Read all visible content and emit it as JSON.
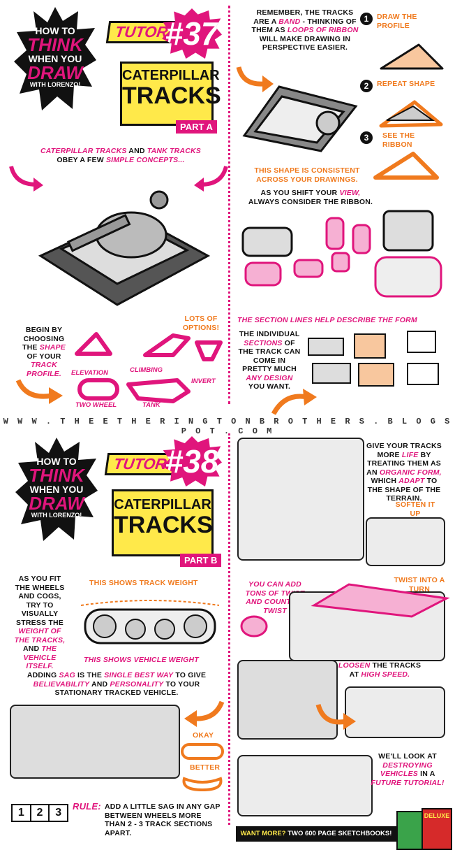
{
  "panel1": {
    "logo": {
      "line1": "HOW TO",
      "line2": "THINK",
      "line3": "WHEN YOU",
      "line4": "DRAW",
      "line5": "WITH LORENZO!"
    },
    "tutorial_label": "TUTORIAL",
    "number": "#37",
    "title_line1": "CATERPILLAR",
    "title_line2": "TRACKS",
    "part": "PART A",
    "intro_a": "CATERPILLAR TRACKS",
    "intro_b": " AND ",
    "intro_c": "TANK TRACKS",
    "intro_d": "OBEY A FEW ",
    "intro_e": "SIMPLE CONCEPTS...",
    "begin_1": "BEGIN BY CHOOSING THE",
    "begin_shape": "SHAPE",
    "begin_2": "OF YOUR",
    "begin_track": "TRACK PROFILE.",
    "lots": "LOTS OF OPTIONS!",
    "profiles": [
      "ELEVATION",
      "CLIMBING",
      "INVERT",
      "TWO WHEEL",
      "TANK"
    ],
    "remember_1": "REMEMBER, THE TRACKS ARE A",
    "remember_band": "BAND",
    "remember_2": "- THINKING OF THEM AS",
    "remember_loops": "LOOPS OF RIBBON",
    "remember_3": "WILL MAKE DRAWING IN PERSPECTIVE EASIER.",
    "steps": [
      {
        "n": "1",
        "label": "DRAW THE PROFILE"
      },
      {
        "n": "2",
        "label": "REPEAT SHAPE"
      },
      {
        "n": "3",
        "label": "SEE THE RIBBON"
      }
    ],
    "consistent": "THIS SHAPE IS CONSISTENT ACROSS YOUR DRAWINGS.",
    "shift_1": "AS YOU SHIFT YOUR ",
    "shift_view": "VIEW,",
    "shift_2": "ALWAYS CONSIDER THE RIBBON.",
    "section_lines": "THE SECTION LINES HELP DESCRIBE THE FORM",
    "individual_1": "THE INDIVIDUAL",
    "individual_sections": "SECTIONS",
    "individual_2": "OF THE TRACK CAN COME IN PRETTY MUCH",
    "individual_any": "ANY DESIGN",
    "individual_3": "YOU WANT."
  },
  "url": "W W W . T H E E T H E R I N G T O N B R O T H E R S . B L O G S P O T . C O M",
  "panel2": {
    "logo": {
      "line1": "HOW TO",
      "line2": "THINK",
      "line3": "WHEN YOU",
      "line4": "DRAW",
      "line5": "WITH LORENZO!"
    },
    "tutorial_label": "TUTORIAL",
    "number": "#38",
    "title_line1": "CATERPILLAR",
    "title_line2": "TRACKS",
    "part": "PART B",
    "fit_1": "AS YOU FIT THE WHEELS AND COGS, TRY TO VISUALLY STRESS THE",
    "fit_weight": "WEIGHT OF THE TRACKS,",
    "fit_and": "AND",
    "fit_vehicle": "THE VEHICLE ITSELF.",
    "track_weight": "THIS SHOWS TRACK WEIGHT",
    "vehicle_weight": "THIS SHOWS VEHICLE WEIGHT",
    "sag_1": "ADDING ",
    "sag_sag": "SAG",
    "sag_2": " IS THE ",
    "sag_best": "SINGLE BEST WAY",
    "sag_3": " TO GIVE ",
    "sag_believ": "BELIEVABILITY",
    "sag_4": " AND ",
    "sag_pers": "PERSONALITY",
    "sag_5": " TO YOUR STATIONARY TRACKED VEHICLE.",
    "okay": "OKAY",
    "better": "BETTER",
    "rule_nums": [
      "1",
      "2",
      "3"
    ],
    "rule_label": "RULE:",
    "rule_text": "ADD A LITTLE SAG IN ANY GAP BETWEEN WHEELS MORE THAN 2 - 3 TRACK SECTIONS APART.",
    "life_1": "GIVE YOUR TRACKS MORE",
    "life_life": "LIFE",
    "life_2": "BY TREATING THEM AS AN",
    "life_organic": "ORGANIC FORM,",
    "life_3": "WHICH",
    "life_adapt": "ADAPT",
    "life_4": "TO THE SHAPE OF THE TERRAIN.",
    "soften": "SOFTEN IT UP",
    "twist_turn": "TWIST INTO A TURN",
    "twist_tons": "YOU CAN ADD TONS OF TWIST AND COUNTER-TWIST",
    "loosen_1": "LOOSEN",
    "loosen_2": " THE TRACKS AT ",
    "loosen_3": "HIGH SPEED.",
    "destroy_1": "WE'LL LOOK AT",
    "destroy_2": "DESTROYING VEHICLES",
    "destroy_3": "IN A",
    "destroy_4": "FUTURE TUTORIAL!",
    "want_more": "WANT MORE?",
    "sketchbooks": "TWO 600 PAGE SKETCHBOOKS!",
    "book2": "DELUXE"
  },
  "colors": {
    "pink": "#e0157c",
    "orange": "#f07a1e",
    "yellow": "#ffe94a"
  }
}
